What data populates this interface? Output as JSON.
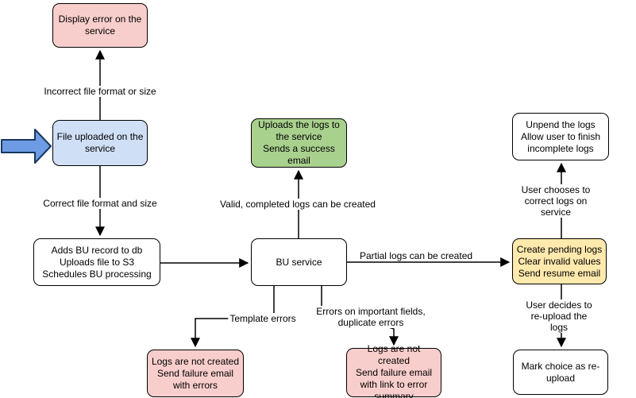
{
  "diagram": {
    "nodes": {
      "display_error": {
        "label": "Display error on the\nservice"
      },
      "file_uploaded": {
        "label": "File uploaded on the\nservice"
      },
      "adds_bu": {
        "label": "Adds BU record to db\nUploads file to S3\nSchedules BU processing"
      },
      "uploads_logs": {
        "label": "Uploads the logs to\nthe service\nSends a success\nemail"
      },
      "bu_service": {
        "label": "BU service"
      },
      "unpend": {
        "label": "Unpend the logs\nAllow user to finish\nincomplete logs"
      },
      "create_pending": {
        "label": "Create pending logs\nClear invalid values\nSend resume email"
      },
      "logs_failure_errors": {
        "label": "Logs are not created\nSend failure email\nwith errors"
      },
      "logs_failure_summary": {
        "label": "Logs are not created\nSend failure email\nwith link to error\nsummary"
      },
      "mark_choice": {
        "label": "Mark choice as re-\nupload"
      }
    },
    "edge_labels": {
      "incorrect_format": "Incorrect file format or size",
      "correct_format": "Correct file format and size",
      "valid_logs": "Valid, completed logs can be created",
      "partial_logs": "Partial logs can be created",
      "template_errors": "Template errors",
      "field_errors": "Errors on important fields,\nduplicate errors",
      "user_corrects": "User chooses to correct logs on service",
      "user_reuploads": "User decides to re-upload the logs"
    },
    "colors": {
      "error_node": "#f8cecc",
      "input_node": "#cfdff6",
      "success_node": "#a9d18e",
      "pending_node": "#ffe9ad",
      "default_node": "#ffffff",
      "entry_arrow_fill": "#6e9ce4",
      "entry_arrow_stroke": "#17375e",
      "line": "#000000"
    }
  }
}
